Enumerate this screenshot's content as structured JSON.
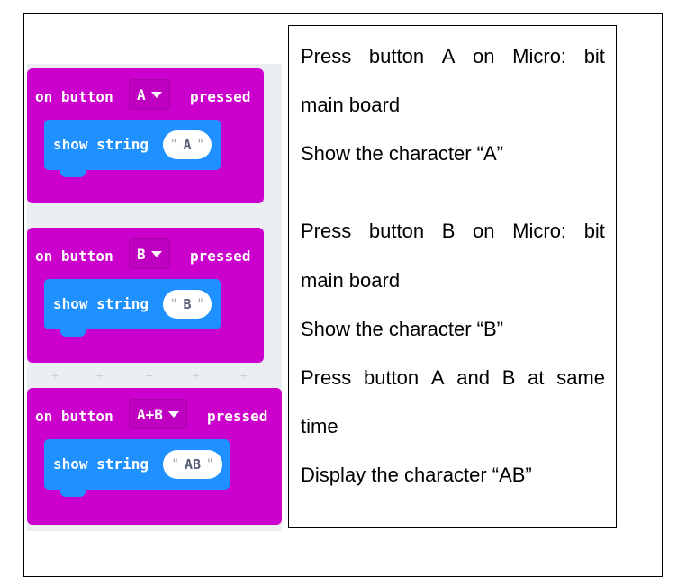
{
  "blocks": [
    {
      "event_prefix": "on button",
      "button": "A",
      "event_suffix": "pressed",
      "action": "show string",
      "value": "A"
    },
    {
      "event_prefix": "on button",
      "button": "B",
      "event_suffix": "pressed",
      "action": "show string",
      "value": "B"
    },
    {
      "event_prefix": "on button",
      "button": "A+B",
      "event_suffix": "pressed",
      "action": "show string",
      "value": "AB"
    }
  ],
  "description": {
    "a_line1_words": [
      "Press",
      "button",
      "A",
      "on",
      "Micro:",
      "bit"
    ],
    "a_line2": "main board",
    "a_line3": "Show the character “A”",
    "b_line1_words": [
      "Press",
      "button",
      "B",
      "on",
      "Micro:",
      "bit"
    ],
    "b_line2": "main board",
    "b_line3": "Show the character “B”",
    "ab_line1_words": [
      "Press",
      "button",
      "A",
      "and",
      "B",
      "at",
      "same"
    ],
    "ab_line2": "time",
    "ab_line3": "Display the character “AB”"
  },
  "colors": {
    "event_block": "#cc00cc",
    "statement_block": "#1e90ff",
    "workspace": "#eceff1"
  }
}
